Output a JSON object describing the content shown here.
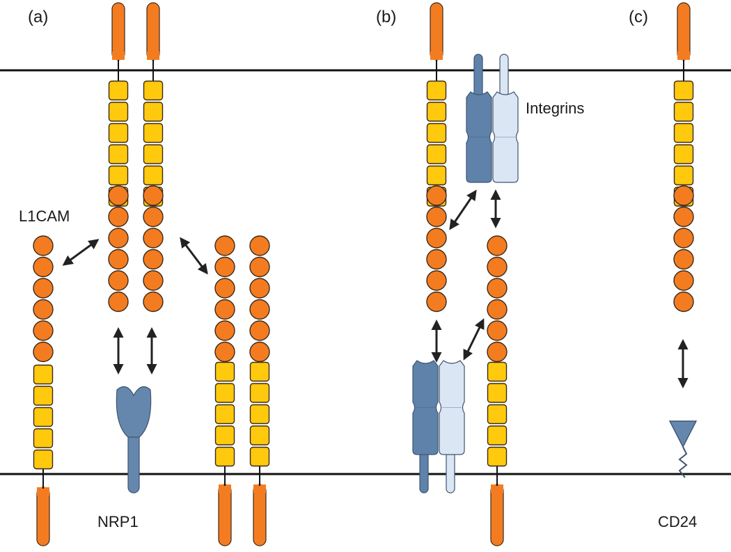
{
  "panel_labels": {
    "a": "(a)",
    "b": "(b)",
    "c": "(c)"
  },
  "labels": {
    "l1cam": "L1CAM",
    "integrins": "Integrins",
    "nrp1": "NRP1",
    "cd24": "CD24"
  },
  "colors": {
    "membrane": "#111111",
    "tail": "#f47c20",
    "circle_domain": "#f47c20",
    "square_domain": "#ffc90e",
    "domain_outline": "#3a2a1a",
    "integrin_dark": "#5f82aa",
    "integrin_light": "#dbe6f4",
    "nrp1": "#6687ad",
    "cd24": "#6687ad",
    "arrow": "#222222"
  }
}
